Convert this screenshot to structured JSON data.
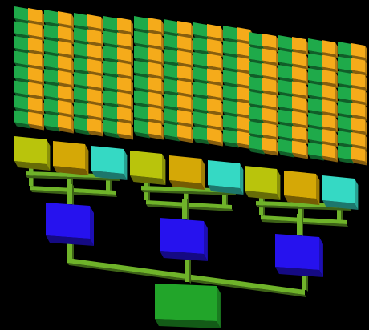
{
  "colors": {
    "background": "#000000",
    "core_green": "#1faa4a",
    "core_orange": "#f5ab1a",
    "l2_olive": "#b9c40c",
    "l2_gold": "#d5a806",
    "l2_teal": "#35d9c4",
    "l3_blue": "#2612ee",
    "root_green": "#22a52a",
    "bus": "#6fb32a"
  },
  "hierarchy": {
    "clusters": 3,
    "l2_per_cluster": 3,
    "core_columns_per_group": 4,
    "core_rows": 8,
    "l2_colors": [
      "l2_olive",
      "l2_gold",
      "l2_teal"
    ]
  }
}
